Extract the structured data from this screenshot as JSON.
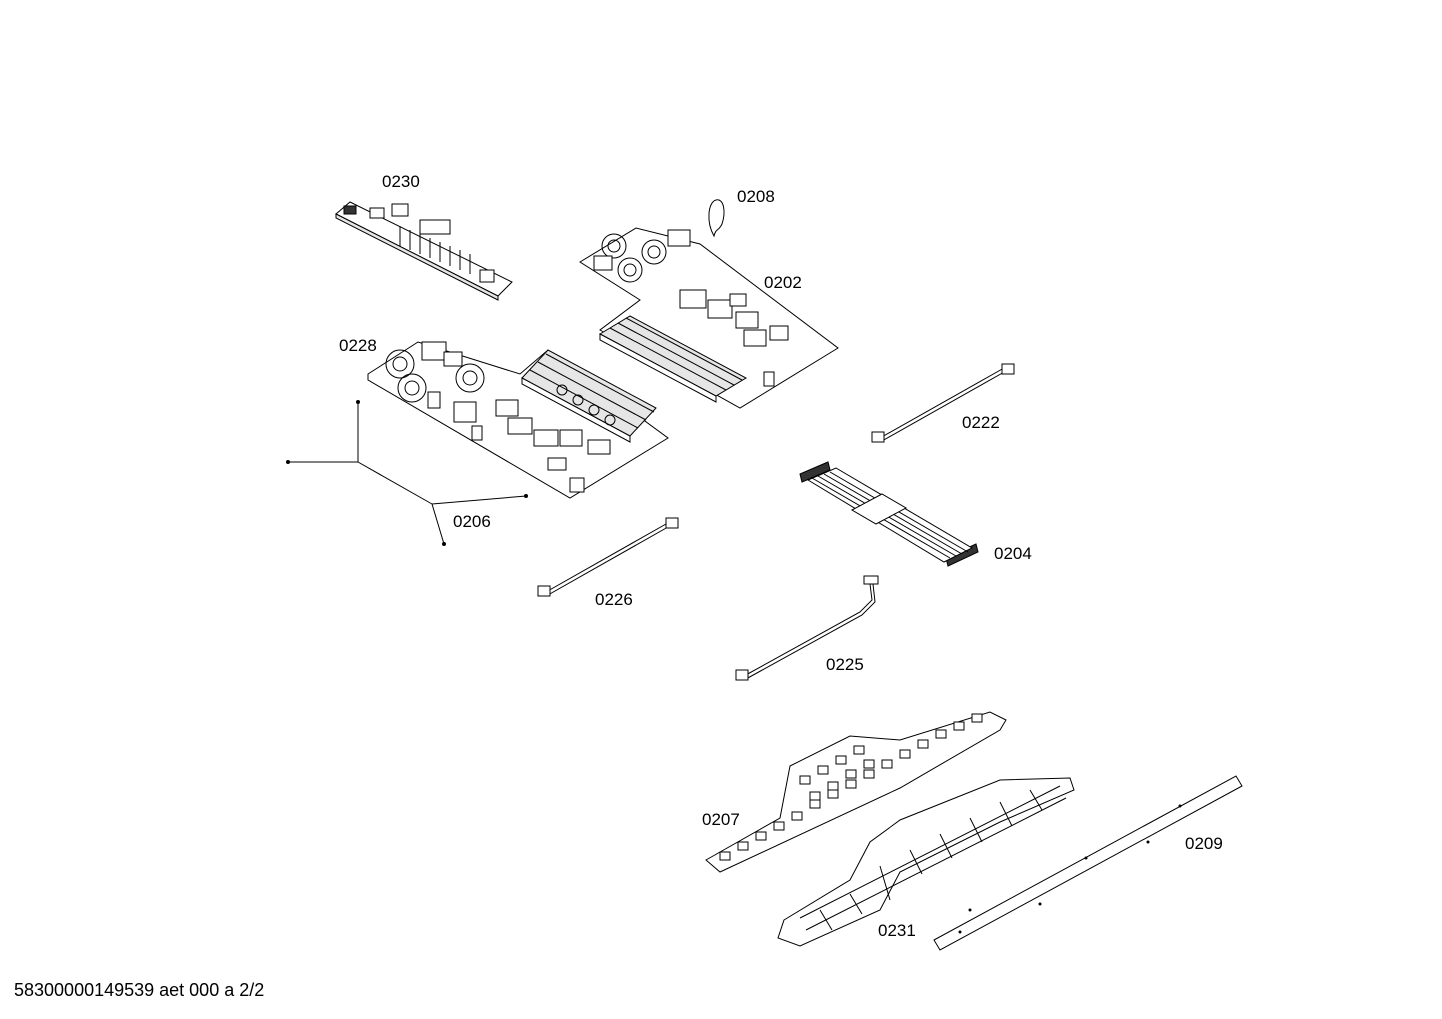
{
  "parts": [
    {
      "id": "0230",
      "label": "0230"
    },
    {
      "id": "0208",
      "label": "0208"
    },
    {
      "id": "0202",
      "label": "0202"
    },
    {
      "id": "0228",
      "label": "0228"
    },
    {
      "id": "0222",
      "label": "0222"
    },
    {
      "id": "0206",
      "label": "0206"
    },
    {
      "id": "0204",
      "label": "0204"
    },
    {
      "id": "0226",
      "label": "0226"
    },
    {
      "id": "0225",
      "label": "0225"
    },
    {
      "id": "0207",
      "label": "0207"
    },
    {
      "id": "0209",
      "label": "0209"
    },
    {
      "id": "0231",
      "label": "0231"
    }
  ],
  "footer": {
    "drawing_code": "58300000149539 aet 000 a 2/2"
  },
  "colors": {
    "line": "#000000",
    "background": "#ffffff"
  }
}
